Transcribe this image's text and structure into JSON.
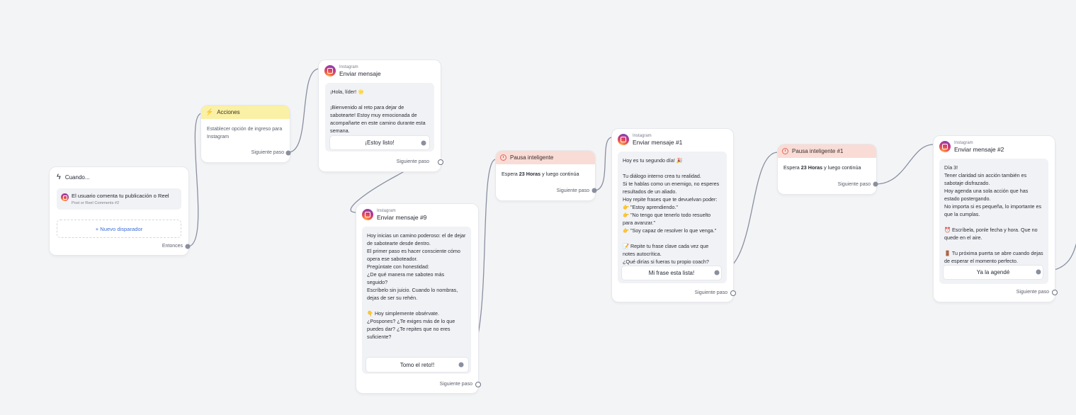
{
  "colors": {
    "canvas": "#f3f4f6",
    "wire": "#8a8fa0",
    "actions_header": "#faf0a6",
    "pause_header": "#f9dcd6",
    "link": "#3d6fd9"
  },
  "trigger": {
    "title": "Cuando...",
    "icon": "lightning-icon",
    "event": "El usuario comenta tu publicación o Reel",
    "event_sub": "Post or Reel Comments #2",
    "new_trigger": "+ Nuevo disparador",
    "next": "Entonces"
  },
  "actions": {
    "title": "Acciones",
    "icon": "lightning-icon",
    "body": "Establecer opción de ingreso para Instagram",
    "next": "Siguiente paso"
  },
  "msg1": {
    "platform": "Instagram",
    "title": "Enviar mensaje",
    "text": "¡Hola, líder! 🌟\n\n¡Bienvenido al reto para dejar de sabotearte! Estoy muy emocionada de acompañarte en este camino durante esta semana.",
    "button": "¡Estoy listo!",
    "next": "Siguiente paso"
  },
  "msg9": {
    "platform": "Instagram",
    "title": "Enviar mensaje #9",
    "text": "Hoy inicias un camino poderoso: el de dejar de sabotearte desde dentro.\nEl primer paso es hacer consciente cómo opera ese saboteador.\nPregúntate con honestidad:\n¿De qué manera me saboteo más seguido?\nEscríbelo sin juicio. Cuando lo nombras, dejas de ser su rehén.\n\n👇 Hoy simplemente obsérvate.\n¿Pospones? ¿Te exiges más de lo que puedes dar? ¿Te repites que no eres suficiente?",
    "button": "Tomo el reto!!",
    "next": "Siguiente paso"
  },
  "pause1": {
    "title": "Pausa inteligente",
    "pre": "Espera ",
    "duration": "23 Horas",
    "post": " y luego continúa",
    "next": "Siguiente paso"
  },
  "msg1b": {
    "platform": "Instagram",
    "title": "Enviar mensaje #1",
    "text": "Hoy es tu segundo día! 🎉\n\nTu diálogo interno crea tu realidad.\nSi te hablas como un enemigo, no esperes resultados de un aliado.\nHoy repite frases que te devuelvan poder:\n👉 \"Estoy aprendiendo.\"\n👉 \"No tengo que tenerlo todo resuelto para avanzar.\"\n👉 \"Soy capaz de resolver lo que venga.\"\n\n📝 Repite tu frase clave cada vez que notes autocrítica.\n¿Qué dirías si fueras tu propio coach?",
    "button": "Mi frase esta lista!",
    "next": "Siguiente paso"
  },
  "pause2": {
    "title": "Pausa inteligente #1",
    "pre": "Espera ",
    "duration": "23 Horas",
    "post": " y luego continúa",
    "next": "Siguiente paso"
  },
  "msg2": {
    "platform": "Instagram",
    "title": "Enviar mensaje #2",
    "text": "Día 3!\nTener claridad sin acción también es sabotaje disfrazado.\nHoy agenda una sola acción que has estado postergando.\nNo importa si es pequeña, lo importante es que la cumplas.\n\n⏰ Escríbela, ponle fecha y hora. Que no quede en el aire.\n\n🚪 Tu próxima puerta se abre cuando dejas de esperar el momento perfecto.",
    "button": "Ya la agendé",
    "next": "Siguiente paso"
  }
}
